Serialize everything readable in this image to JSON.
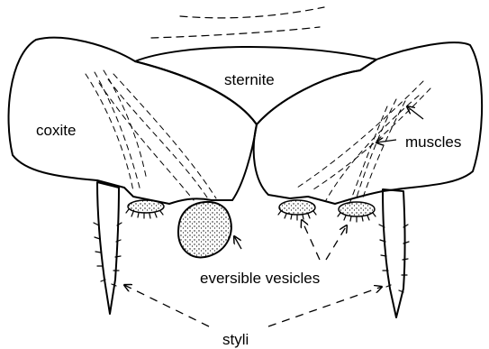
{
  "labels": {
    "sternite": "sternite",
    "coxite": "coxite",
    "muscles": "muscles",
    "eversible_vesicles": "eversible vesicles",
    "styli": "styli"
  }
}
